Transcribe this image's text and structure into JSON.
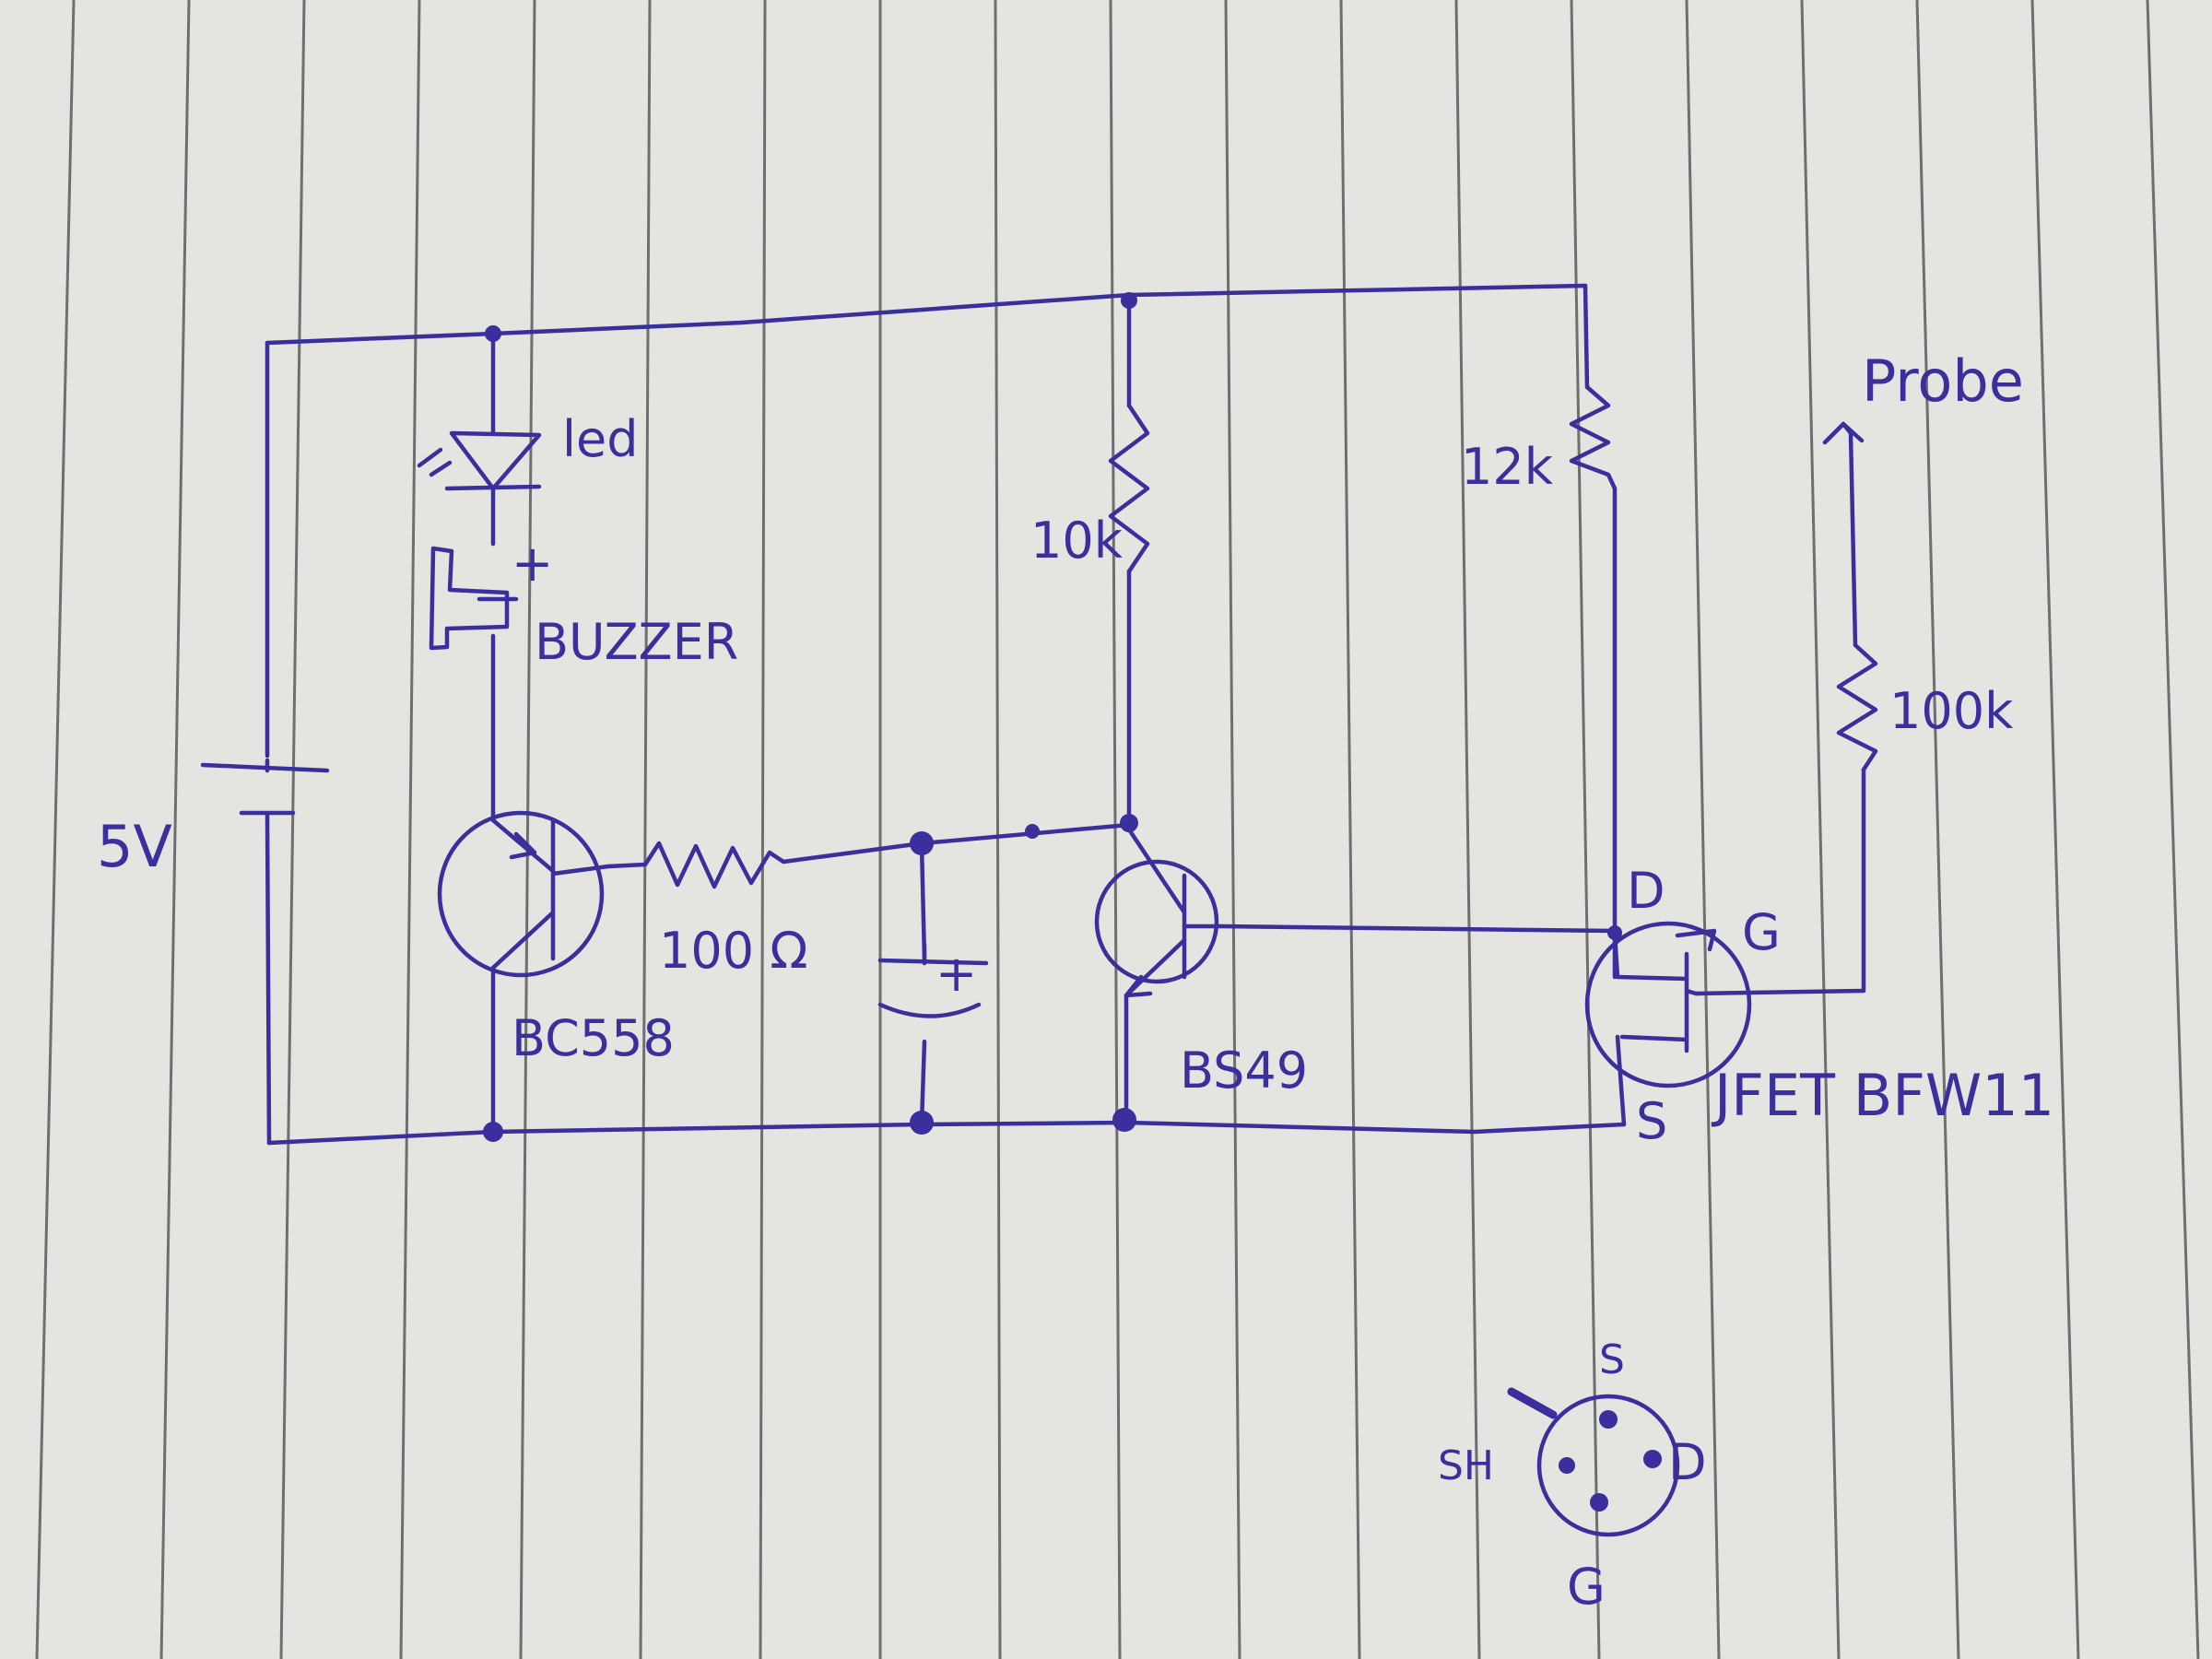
{
  "diagram": {
    "supply": "5V",
    "led": "led",
    "buzzer": "BUZZER",
    "buzzer_polarity": "+",
    "resistor_r1": "10k",
    "resistor_r2": "12k",
    "resistor_r3": "100k",
    "resistor_base": "100 Ω",
    "capacitor_polarity": "+",
    "pnp_transistor": "BC558",
    "npn_transistor": "BS49",
    "jfet": "JFET BFW11",
    "jfet_drain": "D",
    "jfet_gate": "G",
    "jfet_source": "S",
    "probe": "Probe",
    "pinout": {
      "source": "S",
      "drain": "D",
      "gate": "G",
      "shield": "SH"
    }
  },
  "colors": {
    "ink": "#3a2f9c",
    "paper": "#e4e4e0",
    "rule_lines": "#6f6f6f"
  }
}
